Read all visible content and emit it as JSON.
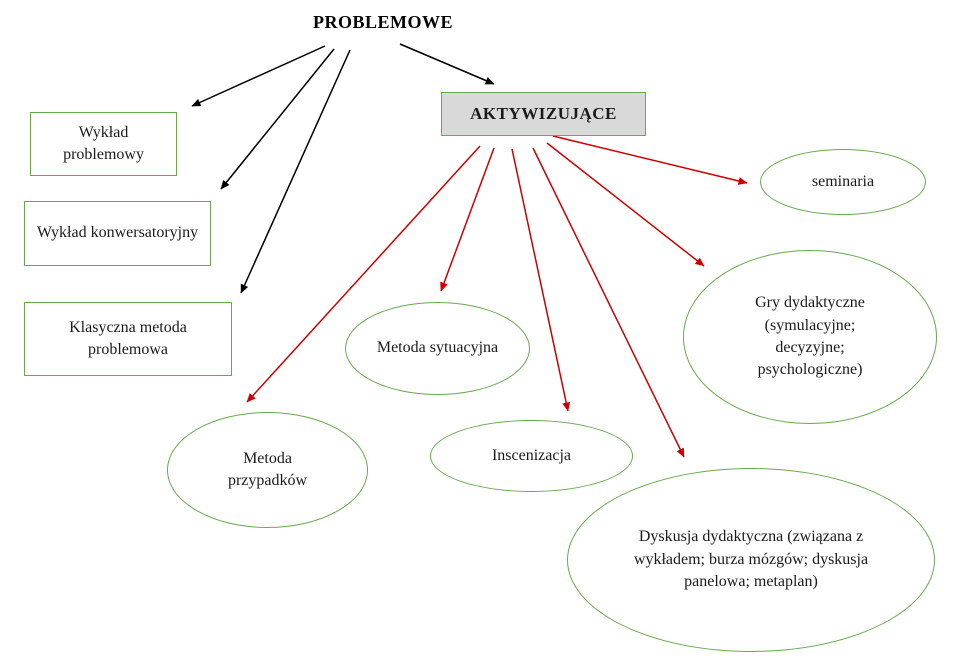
{
  "diagram": {
    "title": "PROBLEMOWE",
    "active_header": "AKTYWIZUJĄCE",
    "problem_methods": [
      {
        "label": "Wykład problemowy"
      },
      {
        "label": "Wykład konwersatoryjny"
      },
      {
        "label": "Klasyczna metoda problemowa"
      }
    ],
    "active_methods": [
      {
        "label": "seminaria"
      },
      {
        "label": "Gry dydaktyczne (symulacyjne; decyzyjne; psychologiczne)"
      },
      {
        "label": "Metoda sytuacyjna"
      },
      {
        "label": "Metoda przypadków"
      },
      {
        "label": "Inscenizacja"
      },
      {
        "label": "Dyskusja dydaktyczna (związana z wykładem; burza mózgów; dyskusja panelowa; metaplan)"
      }
    ],
    "colors": {
      "node_border_green": "#6aa84f",
      "active_header_fill": "#d9d9d9",
      "arrow_black": "#000000",
      "arrow_red": "#cc0000"
    }
  }
}
